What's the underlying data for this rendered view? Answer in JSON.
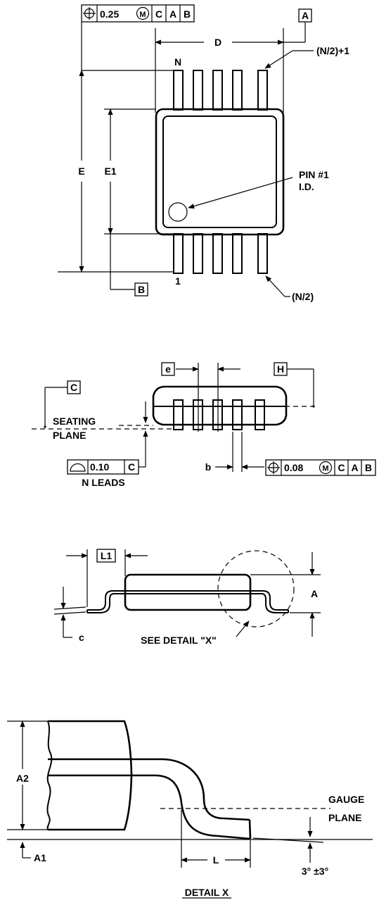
{
  "top_view": {
    "fcf_tolerance": "0.25",
    "fcf_modifier": "M",
    "fcf_ref1": "C",
    "fcf_ref2": "A",
    "fcf_ref3": "B",
    "datum_a": "A",
    "datum_b": "B",
    "dim_d": "D",
    "dim_e": "E",
    "dim_e1": "E1",
    "pin_n": "N",
    "pin_1": "1",
    "pin_half_plus_one": "(N/2)+1",
    "pin_half": "(N/2)",
    "pin1_id_line1": "PIN #1",
    "pin1_id_line2": "I.D."
  },
  "side_view": {
    "dim_e": "e",
    "datum_h": "H",
    "datum_c": "C",
    "seating_line1": "SEATING",
    "seating_line2": "PLANE",
    "coplanarity_value": "0.10",
    "coplanarity_ref": "C",
    "n_leads": "N LEADS",
    "dim_b": "b",
    "lead_fcf_tolerance": "0.08",
    "lead_fcf_modifier": "M",
    "lead_fcf_ref1": "C",
    "lead_fcf_ref2": "A",
    "lead_fcf_ref3": "B"
  },
  "end_view": {
    "dim_l1": "L1",
    "dim_a": "A",
    "dim_c": "c",
    "see_detail": "SEE DETAIL \"X\""
  },
  "detail_x": {
    "dim_a2": "A2",
    "dim_a1": "A1",
    "dim_l": "L",
    "gauge_line1": "GAUGE",
    "gauge_line2": "PLANE",
    "angle": "3° ±3°",
    "title": "DETAIL X"
  }
}
